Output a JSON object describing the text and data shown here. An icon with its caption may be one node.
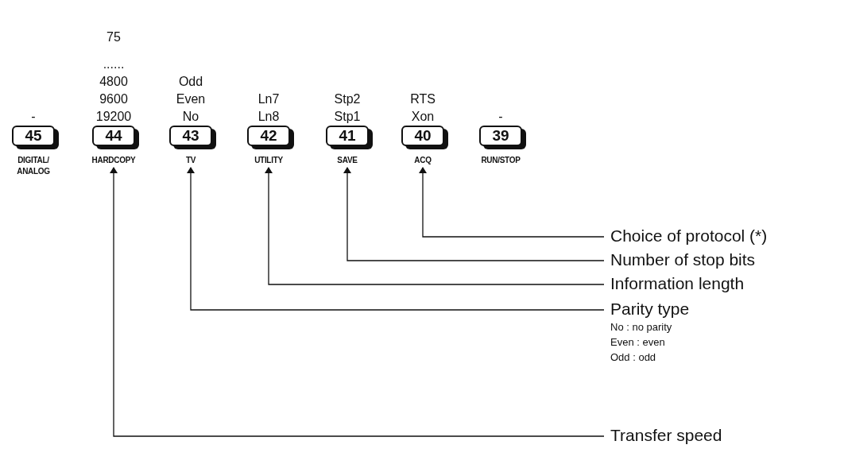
{
  "diagram": {
    "nodes": [
      {
        "text": [
          "45"
        ],
        "beside": [
          "-",
          "DIGITAL/ ANALOG"
        ]
      },
      {
        "text": [
          "44"
        ],
        "beside": [
          "75",
          "......",
          "4800",
          "9600",
          "19200",
          "HARDCOPY"
        ]
      },
      {
        "text": [
          "43"
        ],
        "beside": [
          "Odd",
          "Even",
          "No",
          "TV"
        ]
      },
      {
        "text": [
          "42"
        ],
        "beside": [
          "Ln7",
          "Ln8",
          "UTILITY"
        ]
      },
      {
        "text": [
          "41"
        ],
        "beside": [
          "Stp2",
          "Stp1",
          "SAVE"
        ]
      },
      {
        "text": [
          "40"
        ],
        "beside": [
          "RTS",
          "Xon",
          "ACQ"
        ]
      },
      {
        "text": [
          "39"
        ],
        "beside": [
          "-",
          "RUN/STOP"
        ]
      },
      {
        "text": [
          "Choice of protocol (*)"
        ]
      },
      {
        "text": [
          "Number of stop bits"
        ]
      },
      {
        "text": [
          "Information length"
        ]
      },
      {
        "text": [
          "Parity type",
          "No : no parity",
          "Even : even",
          "Odd : odd"
        ]
      },
      {
        "text": [
          "Transfer speed"
        ]
      }
    ],
    "edges": [
      {
        "from": 7,
        "to": 5,
        "arrow": "to"
      },
      {
        "from": 8,
        "to": 4,
        "arrow": "to"
      },
      {
        "from": 9,
        "to": 3,
        "arrow": "to"
      },
      {
        "from": 10,
        "to": 2,
        "arrow": "to"
      },
      {
        "from": 11,
        "to": 1,
        "arrow": "to"
      }
    ]
  }
}
